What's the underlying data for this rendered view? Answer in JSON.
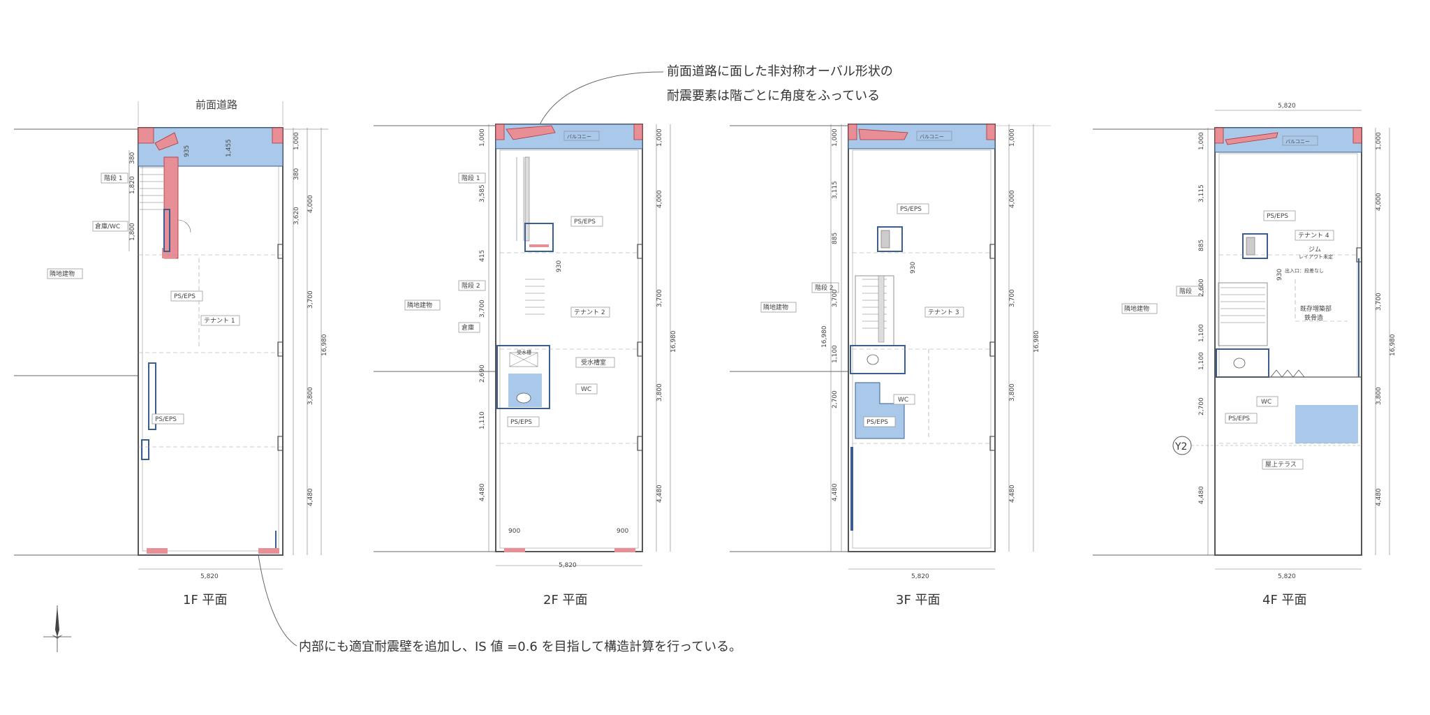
{
  "annotations": {
    "top_line1": "前面道路に面した非対称オーバル形状の",
    "top_line2": "耐震要素は階ごとに角度をふっている",
    "bottom": "内部にも適宜耐震壁を追加し、IS 値 =0.6 を目指して構造計算を行っている。"
  },
  "road_label": "前面道路",
  "neighbor_label": "隣地建物",
  "balcony_label": "バルコニー",
  "plans": [
    {
      "id": "1f",
      "title": "1F 平面",
      "width_dim": "5,820",
      "total_dim": "16,980",
      "left_dims": [
        "380",
        "1,820",
        "1,800"
      ],
      "right_dims": [
        "1,000",
        "380",
        "4,000",
        "3,620",
        "3,700",
        "3,800",
        "4,480"
      ],
      "top_dims": [
        "935",
        "1,455"
      ],
      "labels": [
        "階段 1",
        "倉庫/WC",
        "PS/EPS",
        "テナント 1",
        "PS/EPS"
      ]
    },
    {
      "id": "2f",
      "title": "2F 平面",
      "width_dim": "5,820",
      "total_dim": "16,980",
      "left_dims": [
        "1,000",
        "3,585",
        "415",
        "3,700",
        "2,690",
        "1,110",
        "4,480"
      ],
      "right_dims": [
        "1,000",
        "4,000",
        "3,700",
        "3,800",
        "4,480"
      ],
      "extra_dims": [
        "930",
        "900",
        "900"
      ],
      "labels": [
        "階段 1",
        "PS/EPS",
        "階段 2",
        "テナント 2",
        "倉庫",
        "受水槽",
        "受水槽室",
        "WC",
        "PS/EPS"
      ]
    },
    {
      "id": "3f",
      "title": "3F 平面",
      "width_dim": "5,820",
      "total_dim": "16,980",
      "left_dims": [
        "1,000",
        "3,115",
        "885",
        "3,700",
        "1,100",
        "2,700",
        "4,480"
      ],
      "right_dims": [
        "1,000",
        "4,000",
        "3,700",
        "3,800",
        "4,480"
      ],
      "extra_dims": [
        "930"
      ],
      "labels": [
        "PS/EPS",
        "階段 2",
        "テナント 3",
        "WC",
        "PS/EPS"
      ]
    },
    {
      "id": "4f",
      "title": "4F 平面",
      "width_dim": "5,820",
      "top_width_dim": "5,820",
      "total_dim": "16,980",
      "left_dims": [
        "1,000",
        "3,115",
        "885",
        "2,600",
        "1,100",
        "1,100",
        "2,700",
        "4,480"
      ],
      "right_dims": [
        "1,000",
        "4,000",
        "3,700",
        "3,800",
        "4,480"
      ],
      "extra_dims": [
        "930"
      ],
      "labels": [
        "PS/EPS",
        "テナント 4",
        "ジム",
        "レイアウト未定",
        "出入口：段差なし",
        "階段",
        "既存増築部",
        "鉄骨造",
        "WC",
        "PS/EPS",
        "屋上テラス"
      ],
      "grid_marker": "Y2"
    }
  ],
  "colors": {
    "seismic_blue": "#a9c8ea",
    "seismic_red": "#e88e97",
    "wall_blue": "#3a5f8f",
    "line": "#555555",
    "dashed": "#9a9a9a"
  },
  "icons": {
    "north_arrow": "north-arrow-icon"
  }
}
